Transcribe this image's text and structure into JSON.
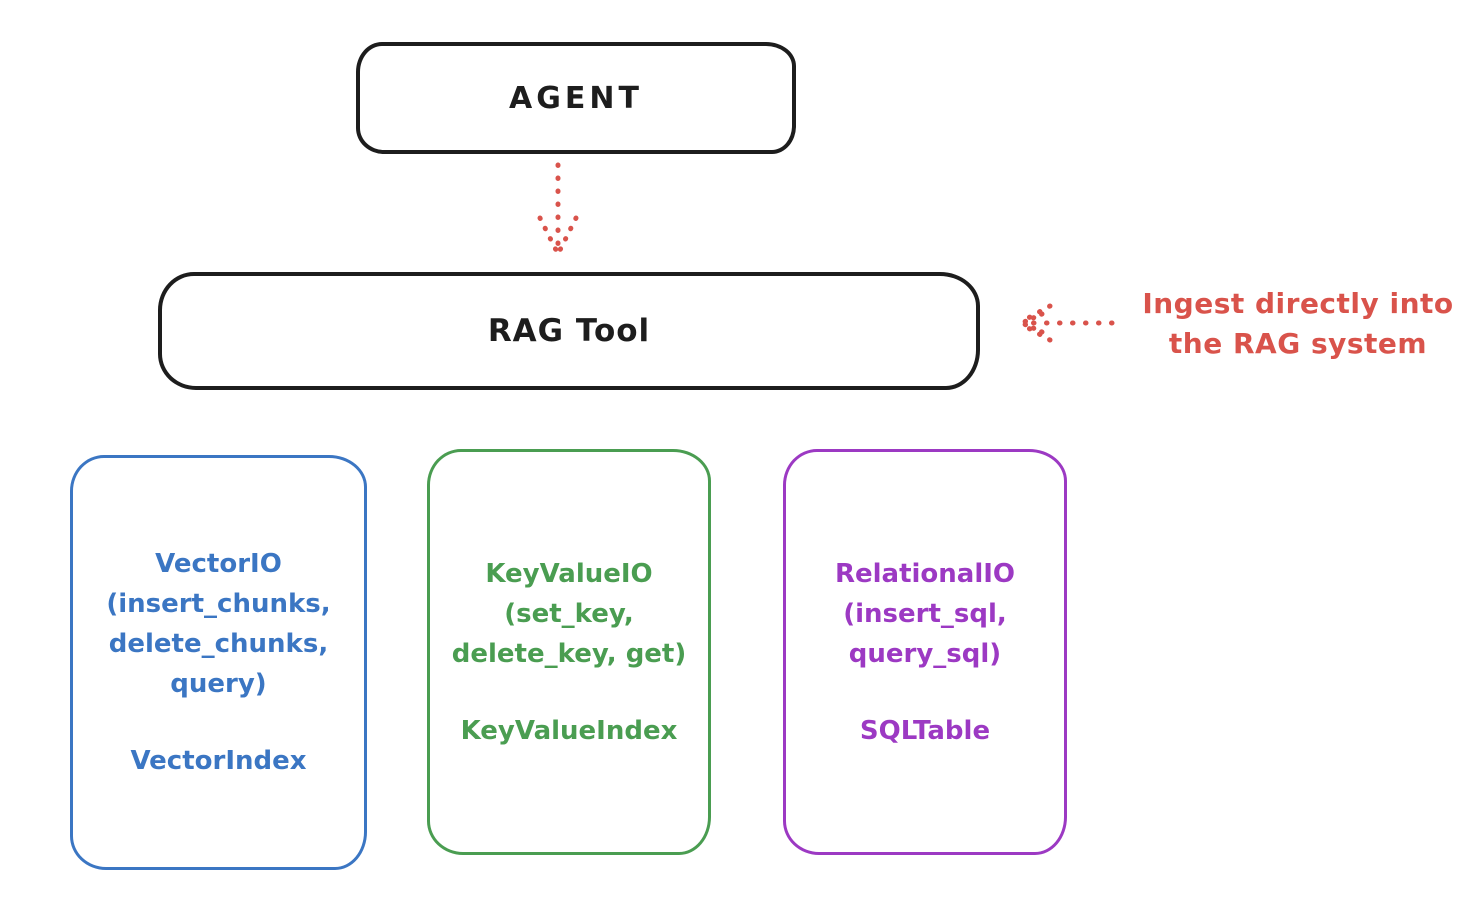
{
  "colors": {
    "ink": "#1d1d1d",
    "annotation_red": "#d9534b",
    "vector_blue": "#3b76c3",
    "keyvalue_green": "#4a9d51",
    "relational_purple": "#9c39c3",
    "background": "#ffffff"
  },
  "agent_box": {
    "label": "AGENT"
  },
  "rag_tool_box": {
    "label": "RAG Tool"
  },
  "annotation": {
    "lines": [
      "Ingest directly into",
      "the RAG system"
    ]
  },
  "backend_boxes": [
    {
      "color": "#3b76c3",
      "method_lines": [
        "VectorIO",
        "(insert_chunks,",
        "delete_chunks,",
        "query)"
      ],
      "index_label": "VectorIndex"
    },
    {
      "color": "#4a9d51",
      "method_lines": [
        "KeyValueIO",
        "(set_key,",
        "delete_key, get)"
      ],
      "index_label": "KeyValueIndex"
    },
    {
      "color": "#9c39c3",
      "method_lines": [
        "RelationalIO",
        "(insert_sql,",
        "query_sql)"
      ],
      "index_label": "SQLTable"
    }
  ]
}
